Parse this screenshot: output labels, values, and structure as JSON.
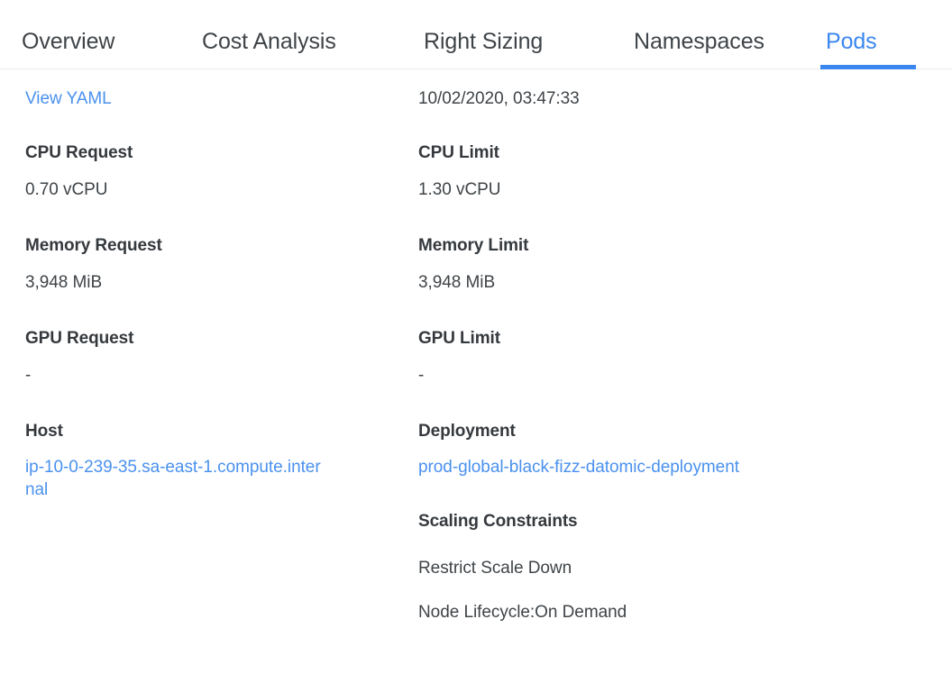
{
  "tabs": [
    {
      "label": "Overview",
      "active": false
    },
    {
      "label": "Cost Analysis",
      "active": false
    },
    {
      "label": "Right Sizing",
      "active": false
    },
    {
      "label": "Namespaces",
      "active": false
    },
    {
      "label": "Pods",
      "active": true
    }
  ],
  "colors": {
    "accent": "#3b87f0",
    "link": "#4a91ee",
    "text": "#3f4448",
    "label": "#35393d",
    "divider": "#e8eaed"
  },
  "left_column": {
    "view_yaml_link": "View YAML",
    "cpu_request_label": "CPU Request",
    "cpu_request_value": "0.70 vCPU",
    "memory_request_label": "Memory Request",
    "memory_request_value": "3,948 MiB",
    "gpu_request_label": "GPU Request",
    "gpu_request_value": "-",
    "host_label": "Host",
    "host_value": "ip-10-0-239-35.sa-east-1.compute.internal"
  },
  "right_column": {
    "timestamp": "10/02/2020, 03:47:33",
    "cpu_limit_label": "CPU Limit",
    "cpu_limit_value": "1.30 vCPU",
    "memory_limit_label": "Memory Limit",
    "memory_limit_value": "3,948 MiB",
    "gpu_limit_label": "GPU Limit",
    "gpu_limit_value": "-",
    "deployment_label": "Deployment",
    "deployment_value": "prod-global-black-fizz-datomic-deployment",
    "scaling_constraints_label": "Scaling Constraints",
    "scaling_constraint_1": "Restrict Scale Down",
    "scaling_constraint_2": "Node Lifecycle:On Demand"
  }
}
